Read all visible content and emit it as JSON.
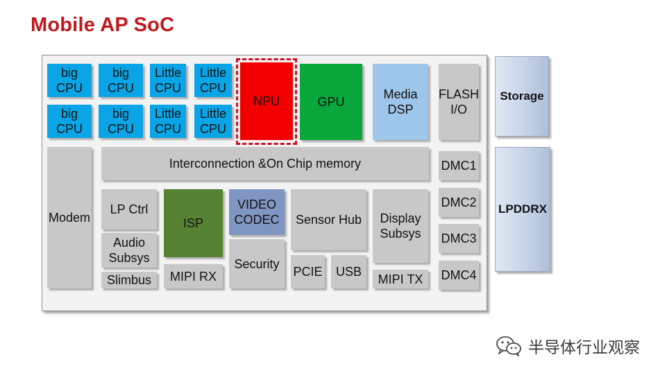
{
  "title": "Mobile AP SoC",
  "colors": {
    "title": "#c0181f",
    "cpu": "#0aa5e6",
    "npu": "#f20000",
    "gpu": "#0aa83c",
    "media_dsp": "#9ec5ea",
    "isp": "#558233",
    "video_codec": "#7f96c2",
    "generic_block": "#c8c8c8",
    "soc_background": "#f3f3f3",
    "npu_highlight": "#d10f24"
  },
  "cpu_cores": [
    {
      "label": "big\nCPU"
    },
    {
      "label": "big\nCPU"
    },
    {
      "label": "Little\nCPU"
    },
    {
      "label": "Little\nCPU"
    },
    {
      "label": "big\nCPU"
    },
    {
      "label": "big\nCPU"
    },
    {
      "label": "Little\nCPU"
    },
    {
      "label": "Little\nCPU"
    }
  ],
  "blocks": {
    "npu": "NPU",
    "gpu": "GPU",
    "media_dsp": "Media\nDSP",
    "flash_io": "FLASH\nI/O",
    "modem": "Modem",
    "interconnect": "Interconnection &On Chip memory",
    "lp_ctrl": "LP Ctrl",
    "audio_subsys": "Audio\nSubsys",
    "slimbus": "Slimbus",
    "isp": "ISP",
    "mipi_rx": "MIPI RX",
    "video_codec": "VIDEO\nCODEC",
    "security": "Security",
    "sensor_hub": "Sensor Hub",
    "pcie": "PCIE",
    "usb": "USB",
    "display_subsys": "Display\nSubsys",
    "mipi_tx": "MIPI TX",
    "dmc": [
      "DMC1",
      "DMC2",
      "DMC3",
      "DMC4"
    ]
  },
  "external": {
    "storage": "Storage",
    "lpddrx": "LPDDRX"
  },
  "watermark": "半导体行业观察",
  "watermark_icon": "wechat-icon"
}
